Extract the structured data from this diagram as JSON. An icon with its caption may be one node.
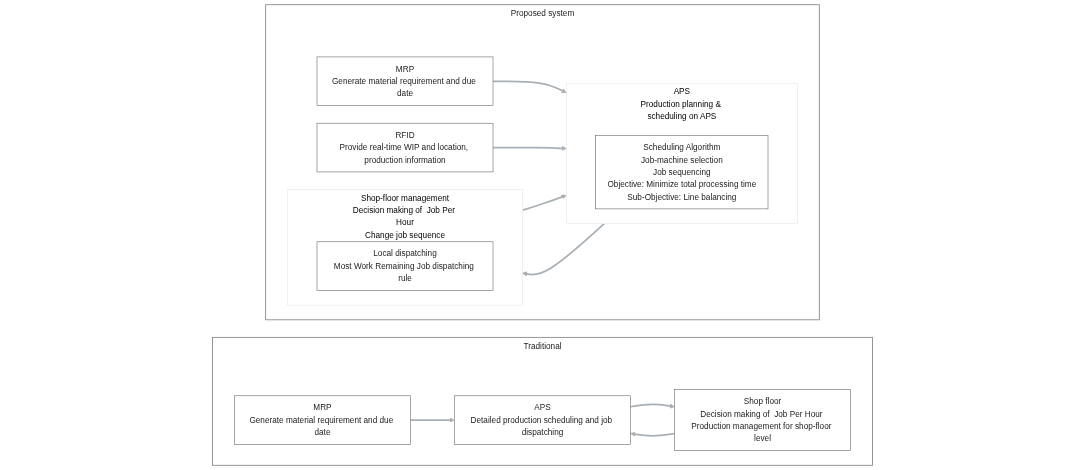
{
  "diagram": {
    "nodes": [
      {
        "text": [
          "Traditional"
        ]
      },
      {
        "text": [
          "MRP",
          "Generate material requirement and due date"
        ],
        "in": 0
      },
      {
        "text": [
          "APS",
          "Detailed production scheduling and job dispatching"
        ],
        "in": 0
      },
      {
        "text": [
          "Shop floor",
          "Decision making of  Job Per Hour Production management for shop-floor level"
        ],
        "in": 0
      },
      {
        "text": [
          "Proposed system"
        ]
      },
      {
        "text": [
          "MRP",
          "Generate material requirement and due date"
        ],
        "in": 4
      },
      {
        "text": [
          "RFID",
          "Provide real-time WIP and location, production information"
        ],
        "in": 4
      },
      {
        "text": [
          "APS",
          "Production planning & scheduling on APS"
        ],
        "in": 4
      },
      {
        "text": [
          "Scheduling Algorithm",
          "Job-machine selection",
          "Job sequencing",
          "Objective: Minimize total processing time",
          "Sub-Objective: Line balancing"
        ],
        "in": 7
      },
      {
        "text": [
          "Shop-floor management",
          "Decision making of  Job Per Hour",
          "Change job sequence"
        ],
        "in": 4
      },
      {
        "text": [
          "Local dispatching",
          "Most Work Remaining Job dispatching rule"
        ],
        "in": 9
      }
    ],
    "edges": [
      {
        "from": 1,
        "to": 2,
        "arrow": "to"
      },
      {
        "from": 2,
        "to": 3,
        "arrow": "to"
      },
      {
        "from": 3,
        "to": 2,
        "arrow": "to"
      },
      {
        "from": 5,
        "to": 7,
        "arrow": "to"
      },
      {
        "from": 6,
        "to": 7,
        "arrow": "to"
      },
      {
        "from": 9,
        "to": 7,
        "arrow": "to"
      },
      {
        "from": 7,
        "to": 9,
        "arrow": "to"
      }
    ]
  }
}
